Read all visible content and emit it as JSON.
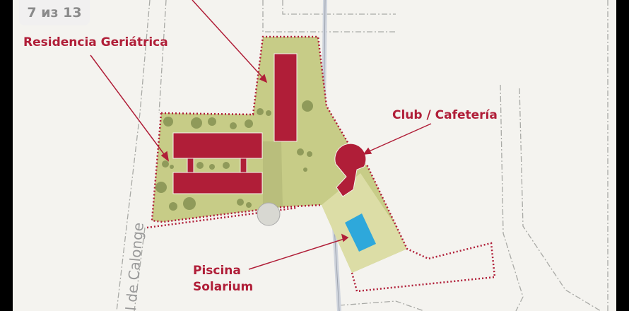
{
  "viewer": {
    "counter": "7 из 13"
  },
  "map": {
    "labels": {
      "residencia": "Residencia Geriátrica",
      "club": "Club / Cafetería",
      "piscina_line1": "Piscina",
      "piscina_line2": "Solarium",
      "road": "l de Calonge"
    },
    "colors": {
      "background": "#f4f3ef",
      "site_green": "#c7cc87",
      "building_red": "#b01e38",
      "pool_blue": "#2ea8db",
      "label_red": "#b01e38"
    }
  }
}
